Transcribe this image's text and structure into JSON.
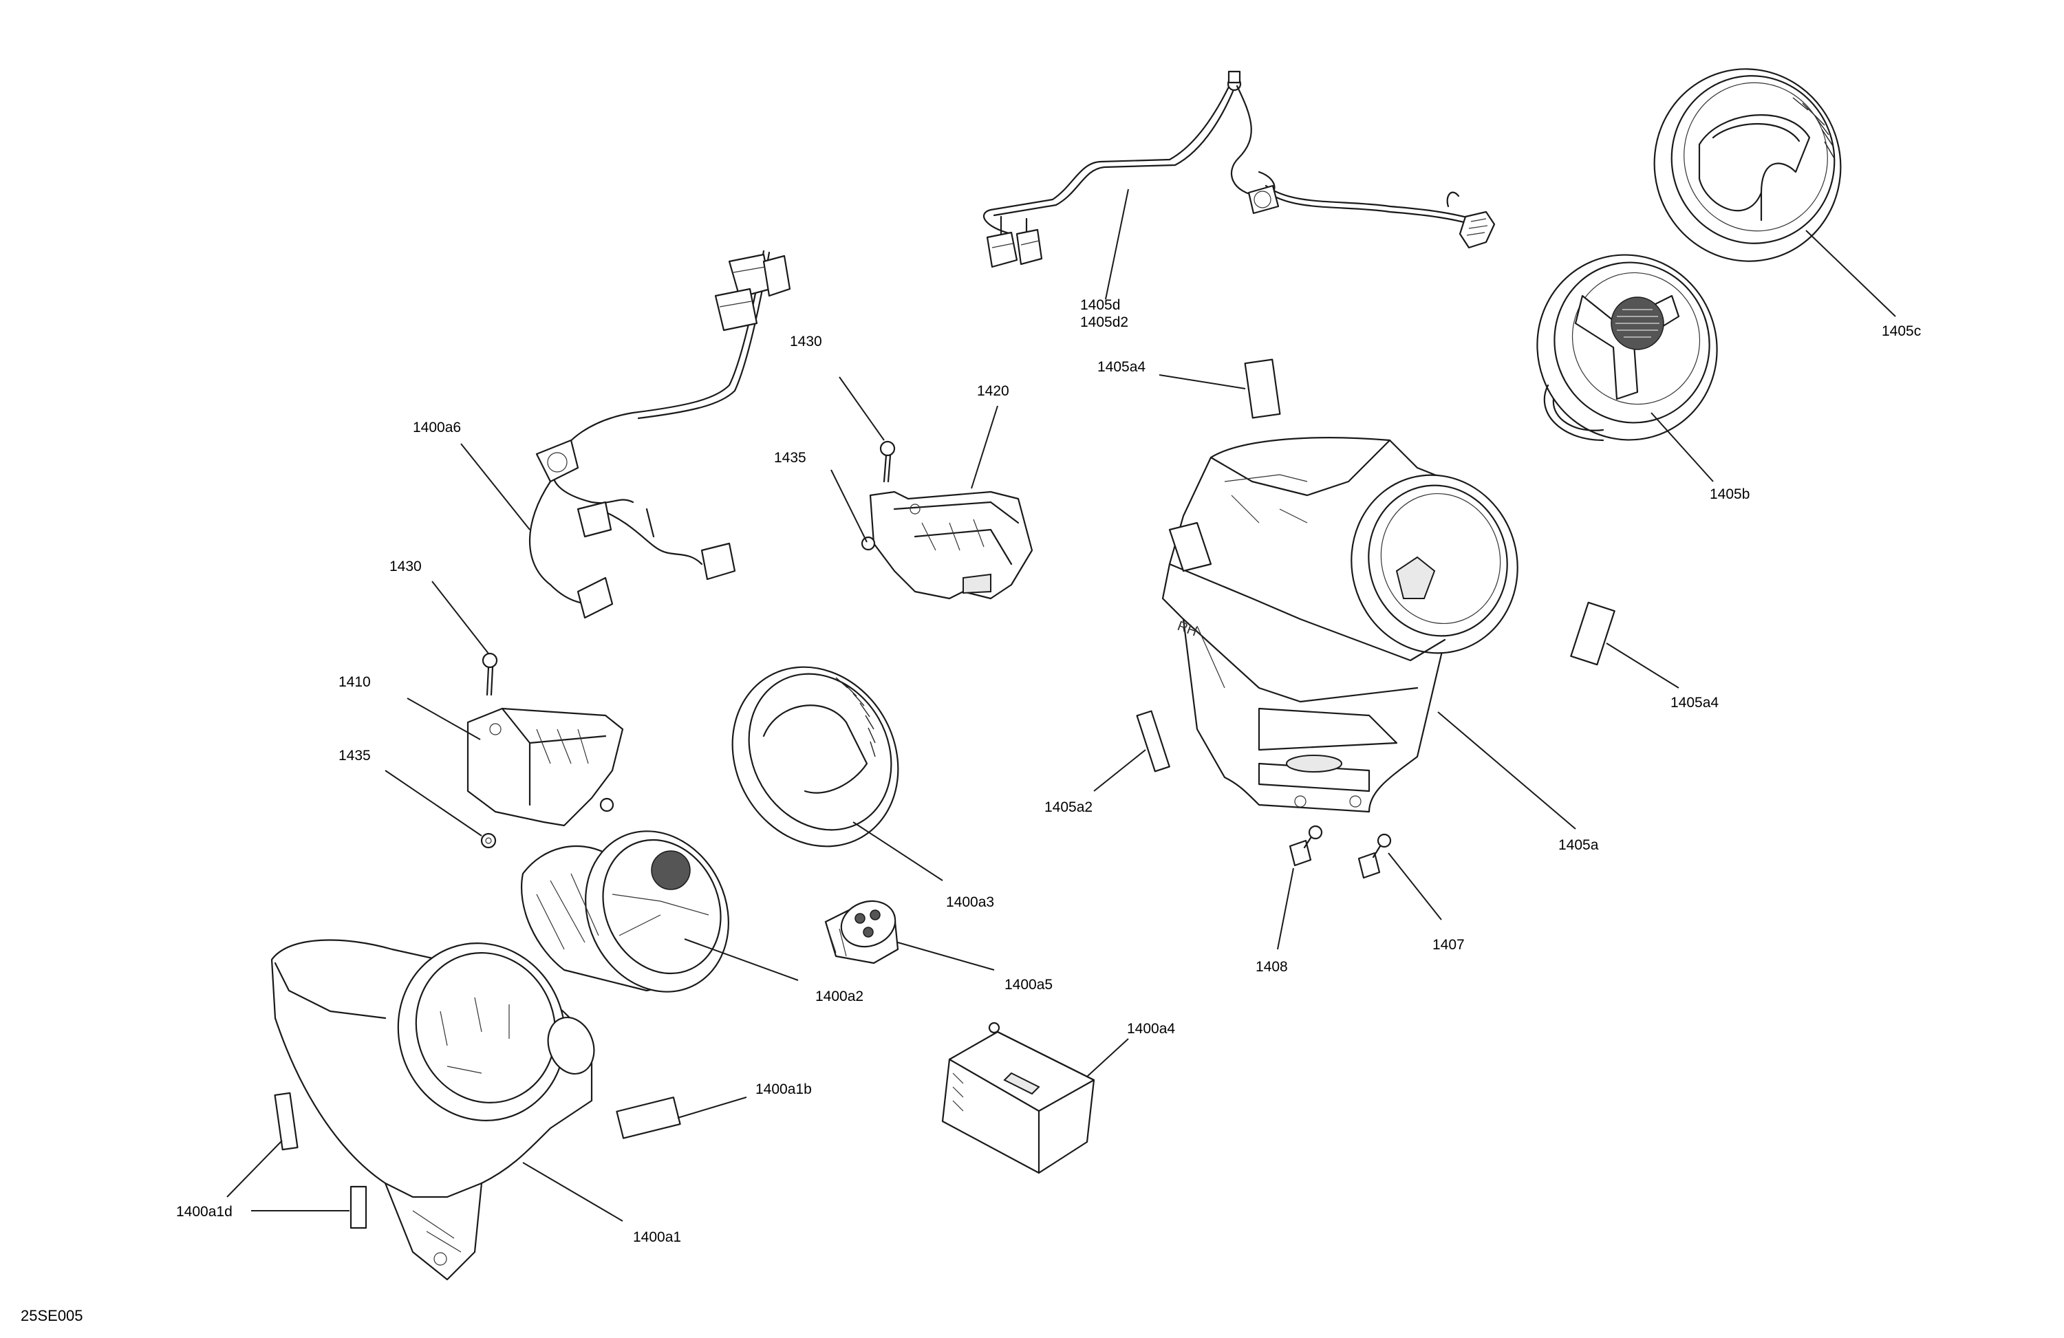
{
  "figure_id": "25SE005",
  "callouts": {
    "c1405d": "1405d",
    "c1405d2": "1405d2",
    "c1405c": "1405c",
    "c1405a4_top": "1405a4",
    "c1405b": "1405b",
    "c1405a4_right": "1405a4",
    "c1405a": "1405a",
    "c1405a2": "1405a2",
    "c1408": "1408",
    "c1407": "1407",
    "c1430_top": "1430",
    "c1420": "1420",
    "c1435_top": "1435",
    "c1400a6": "1400a6",
    "c1430_left": "1430",
    "c1410": "1410",
    "c1435_left": "1435",
    "c1400a3": "1400a3",
    "c1400a5": "1400a5",
    "c1400a2": "1400a2",
    "c1400a4": "1400a4",
    "c1400a1b": "1400a1b",
    "c1400a1d": "1400a1d",
    "c1400a1": "1400a1"
  }
}
